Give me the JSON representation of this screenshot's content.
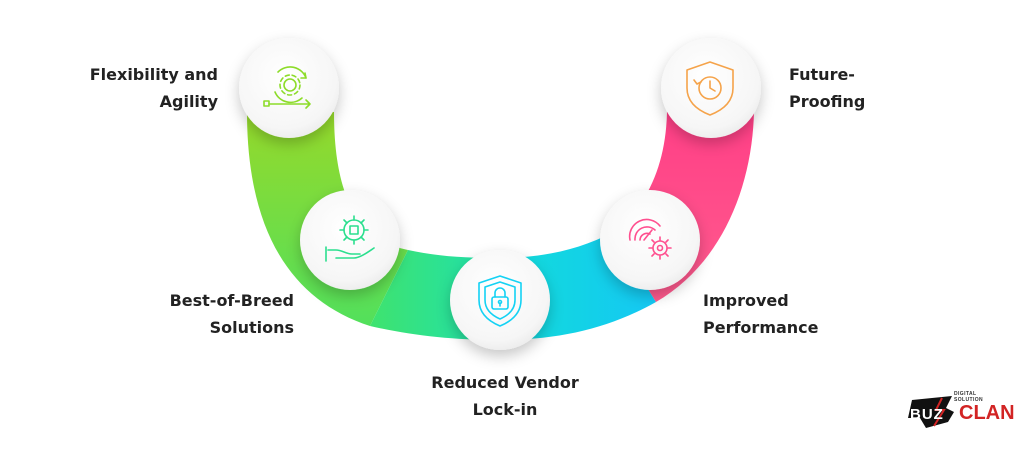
{
  "benefits": [
    {
      "line1": "Flexibility and",
      "line2": "Agility",
      "icon": "gear-cycle-icon",
      "color": "#8ddc2a"
    },
    {
      "line1": "Best-of-Breed",
      "line2": "Solutions",
      "icon": "hand-puzzle-gear-icon",
      "color": "#2bdf8e"
    },
    {
      "line1": "Reduced Vendor",
      "line2": "Lock-in",
      "icon": "shield-lock-icon",
      "color": "#14d2f4"
    },
    {
      "line1": "Improved",
      "line2": "Performance",
      "icon": "gauge-gear-icon",
      "color": "#ff4f8f"
    },
    {
      "line1": "Future-",
      "line2": "Proofing",
      "icon": "shield-clock-icon",
      "color": "#f5a34a"
    }
  ],
  "logo": {
    "left_text": "BUZ",
    "right_text": "CLAN",
    "tagline": "DIGITAL SOLUTION"
  }
}
